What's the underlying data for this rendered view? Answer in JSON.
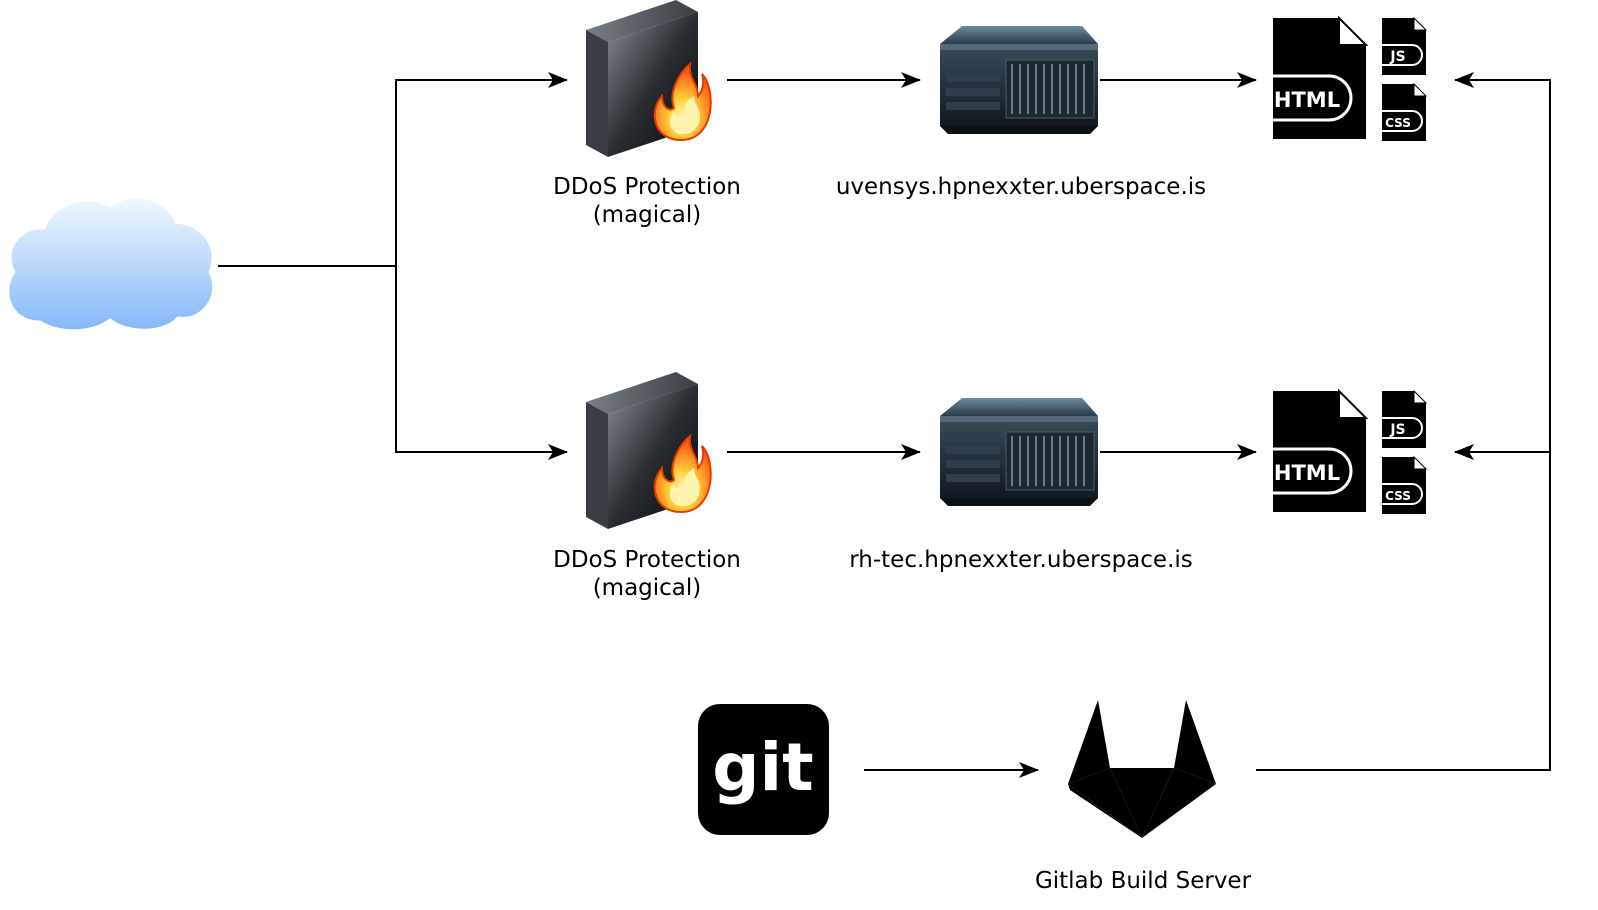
{
  "nodes": {
    "ddos_top": {
      "line1": "DDoS Protection",
      "line2": "(magical)",
      "icon": "firewall-icon"
    },
    "server_top": {
      "label": "uvensys.hpnexxter.uberspace.is",
      "icon": "server-rack-icon"
    },
    "files_top": {
      "html": "HTML",
      "js": "JS",
      "css": "CSS",
      "icon": "html-file-icon"
    },
    "ddos_bottom": {
      "line1": "DDoS Protection",
      "line2": "(magical)",
      "icon": "firewall-icon"
    },
    "server_bottom": {
      "label": "rh-tec.hpnexxter.uberspace.is",
      "icon": "server-rack-icon"
    },
    "files_bottom": {
      "html": "HTML",
      "js": "JS",
      "css": "CSS",
      "icon": "html-file-icon"
    },
    "git": {
      "text": "git",
      "icon": "git-logo-icon"
    },
    "gitlab": {
      "label": "Gitlab Build Server",
      "icon": "gitlab-logo-icon"
    },
    "cloud": {
      "icon": "cloud-icon"
    }
  },
  "colors": {
    "line": "#000000",
    "cloud_top": "#f2f8ff",
    "cloud_bottom": "#84b8f7",
    "flame_outer": "#ff5a14",
    "flame_inner": "#ffd23a"
  }
}
